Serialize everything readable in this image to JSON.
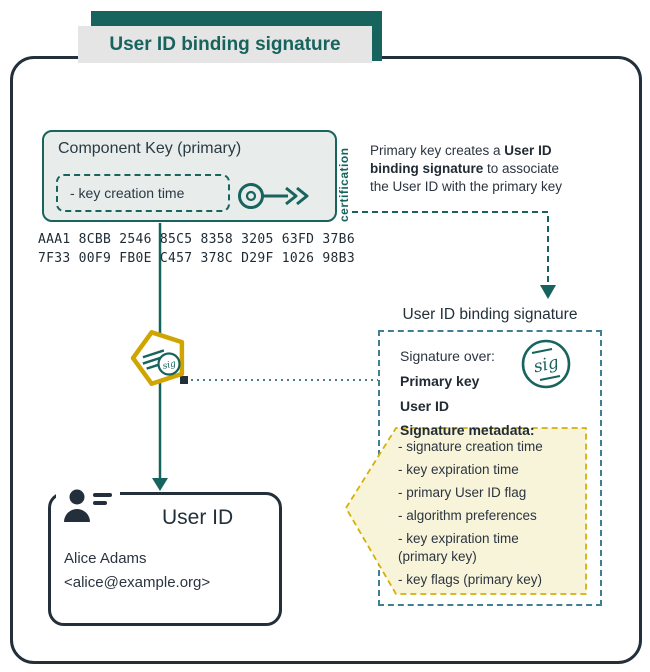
{
  "banner": {
    "title": "User ID binding signature"
  },
  "component_key": {
    "title": "Component Key (primary)",
    "creation_time_field": "- key creation time",
    "certification_label": "certification"
  },
  "annotation": {
    "pre": "Primary key creates a ",
    "bold": "User ID binding signature",
    "post": " to associate the User ID with the primary key"
  },
  "fingerprint": {
    "line1": "AAA1 8CBB 2546 85C5 8358 3205 63FD 37B6",
    "line2": "7F33 00F9 FB0E C457 378C D29F 1026 98B3"
  },
  "binding_signature": {
    "title": "User ID binding signature",
    "signature_over_label": "Signature over:",
    "over_primary_key": "Primary key",
    "over_user_id": "User ID",
    "metadata_label": "Signature metadata:",
    "metadata_items": [
      "- signature creation time",
      "- key expiration time",
      "- primary User ID flag",
      "- algorithm preferences",
      "- key expiration time\n   (primary key)",
      "- key flags (primary key)"
    ]
  },
  "seal": {
    "label": "sig"
  },
  "user_id": {
    "title": "User ID",
    "name": "Alice Adams",
    "email": "<alice@example.org>"
  },
  "colors": {
    "teal": "#17635d",
    "navy": "#232f3a",
    "gold": "#d1a500",
    "bubble_fill": "#f8f4da",
    "dashed_blue": "#3e7f91",
    "banner_grey": "#e4e5e4",
    "key_box_fill": "#e8edec"
  }
}
